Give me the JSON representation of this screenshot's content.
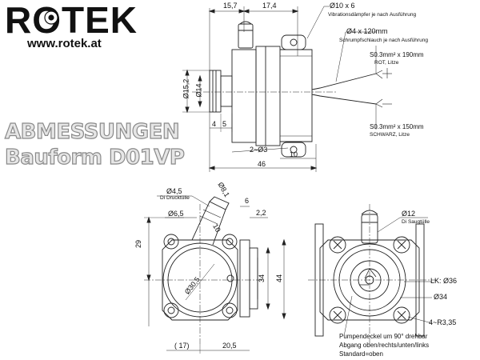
{
  "brand": {
    "name": "ROTEK",
    "url": "www.rotek.at"
  },
  "heading": {
    "line1": "ABMESSUNGEN",
    "line2": "Bauform D01VP"
  },
  "top_view": {
    "dim_15_7": "15,7",
    "dim_17_4": "17,4",
    "dim_d10x6": "Ø10 x 6",
    "note_vibration": "Vibrationsdämpfer je nach Ausführung",
    "dim_d4x120": "Ø4 x 120mm",
    "note_schrumpf": "Schrumpfschlauch je nach Ausführung",
    "wire_red": "S0.3mm² x 190mm",
    "wire_red_note": "ROT, Litze",
    "wire_black": "S0.3mm² x 150mm",
    "wire_black_note": "SCHWARZ, Litze",
    "dim_d15_2": "Ø15,2",
    "dim_d14": "Ø14",
    "dim_4": "4",
    "dim_5": "5",
    "dim_2xd3": "2~Ø3",
    "dim_10": "10",
    "dim_46": "46"
  },
  "front_view": {
    "dim_d4_5": "Ø4,5",
    "note_druck": "Di Drucktülle",
    "dim_d8_1": "Ø8,1",
    "dim_d6_5": "Ø6,5",
    "dim_10": "10",
    "dim_29": "29",
    "dim_6": "6",
    "dim_2_2": "2,2",
    "dim_d30_5": "Ø30,5",
    "dim_34": "34",
    "dim_44": "44",
    "dim_17": "( 17)",
    "dim_20_5": "20,5"
  },
  "side_view": {
    "dim_d12": "Ø12",
    "note_saug": "Di Saugtülle",
    "dim_lk36": "LK: Ø36",
    "dim_d34": "Ø34",
    "dim_4r": "4~R3,35",
    "note_deckel1": "Pumpendeckel um 90° drehbar",
    "note_deckel2": "Abgang oben/rechts/unten/links",
    "note_deckel3": "Standard=oben"
  }
}
